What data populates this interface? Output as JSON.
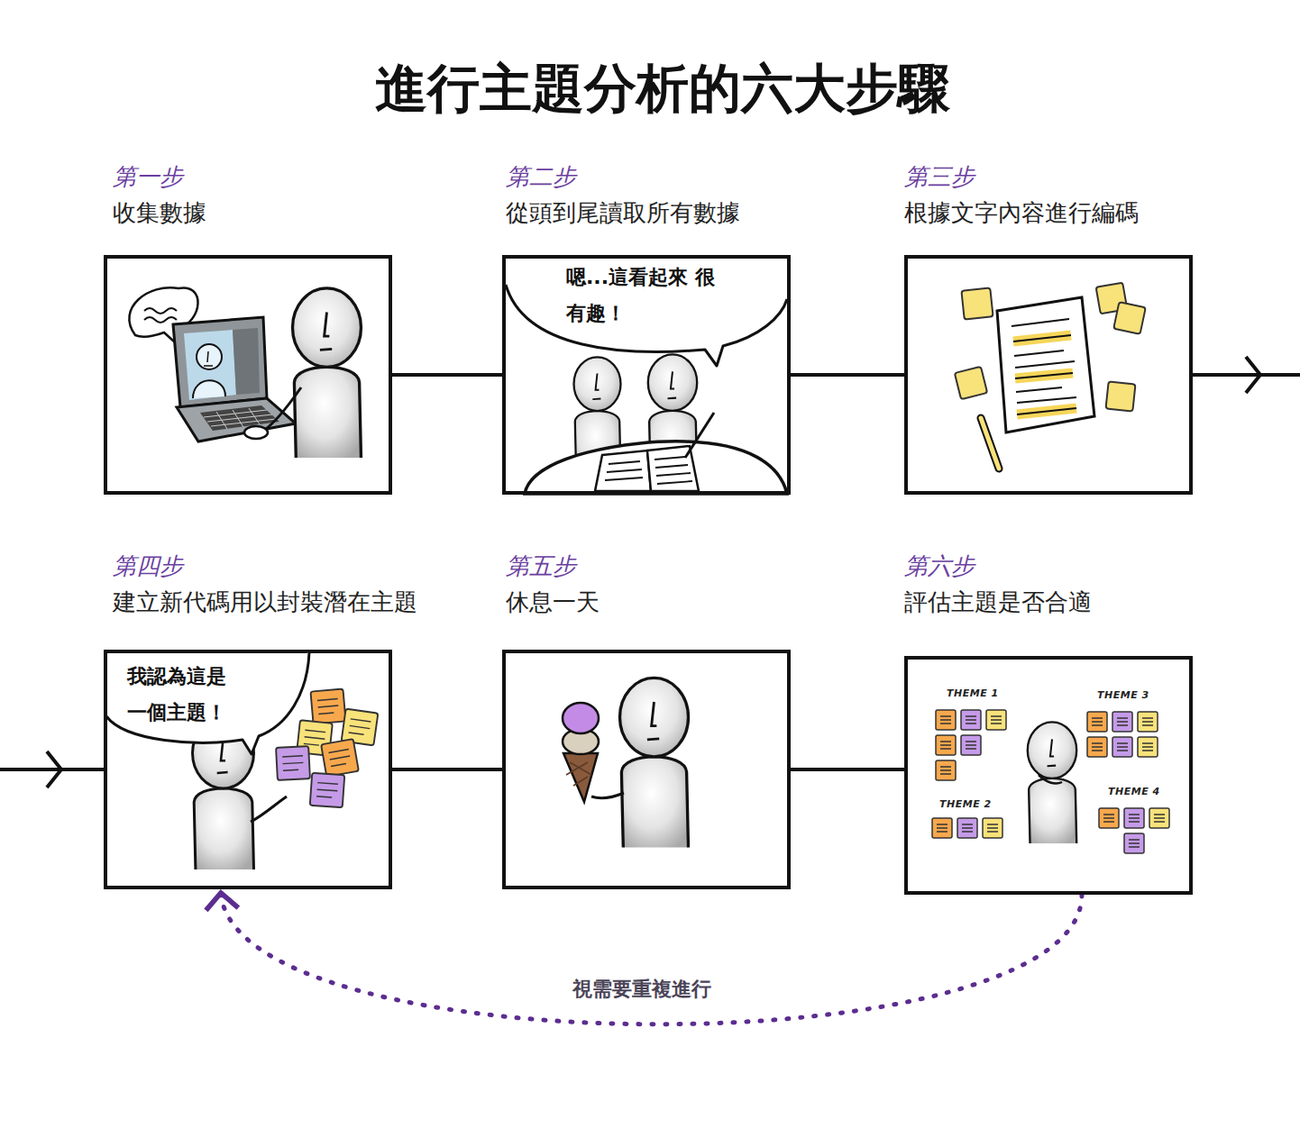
{
  "diagram": {
    "title": "進行主題分析的六大步驟",
    "nodes": [
      {
        "text": [
          "第一步",
          "收集數據"
        ]
      },
      {
        "text": [
          "第二步",
          "從頭到尾讀取所有數據"
        ]
      },
      {
        "text": [
          "嗯...這看起來 很有趣！"
        ],
        "in": 1
      },
      {
        "text": [
          "第三步",
          "根據文字內容進行編碼"
        ]
      },
      {
        "text": [
          "第四步",
          "建立新代碼用以封裝潛在主題"
        ]
      },
      {
        "text": [
          "我認為這是 一個主題！"
        ],
        "in": 4
      },
      {
        "text": [
          "第五步",
          "休息一天"
        ]
      },
      {
        "text": [
          "第六步",
          "評估主題是否合適"
        ]
      }
    ],
    "edges": [
      {
        "from": 0,
        "to": 1,
        "arrow": "none"
      },
      {
        "from": 1,
        "to": 3,
        "arrow": "none"
      },
      {
        "from": 3,
        "to": 4,
        "arrow": "to"
      },
      {
        "from": 4,
        "to": 6,
        "arrow": "none"
      },
      {
        "from": 6,
        "to": 7,
        "arrow": "none"
      },
      {
        "from": 7,
        "to": 4,
        "label": "視需要重複進行",
        "arrow": "to"
      }
    ],
    "labels": [
      "THEME 1",
      "THEME 3",
      "THEME 2",
      "THEME 4"
    ]
  }
}
